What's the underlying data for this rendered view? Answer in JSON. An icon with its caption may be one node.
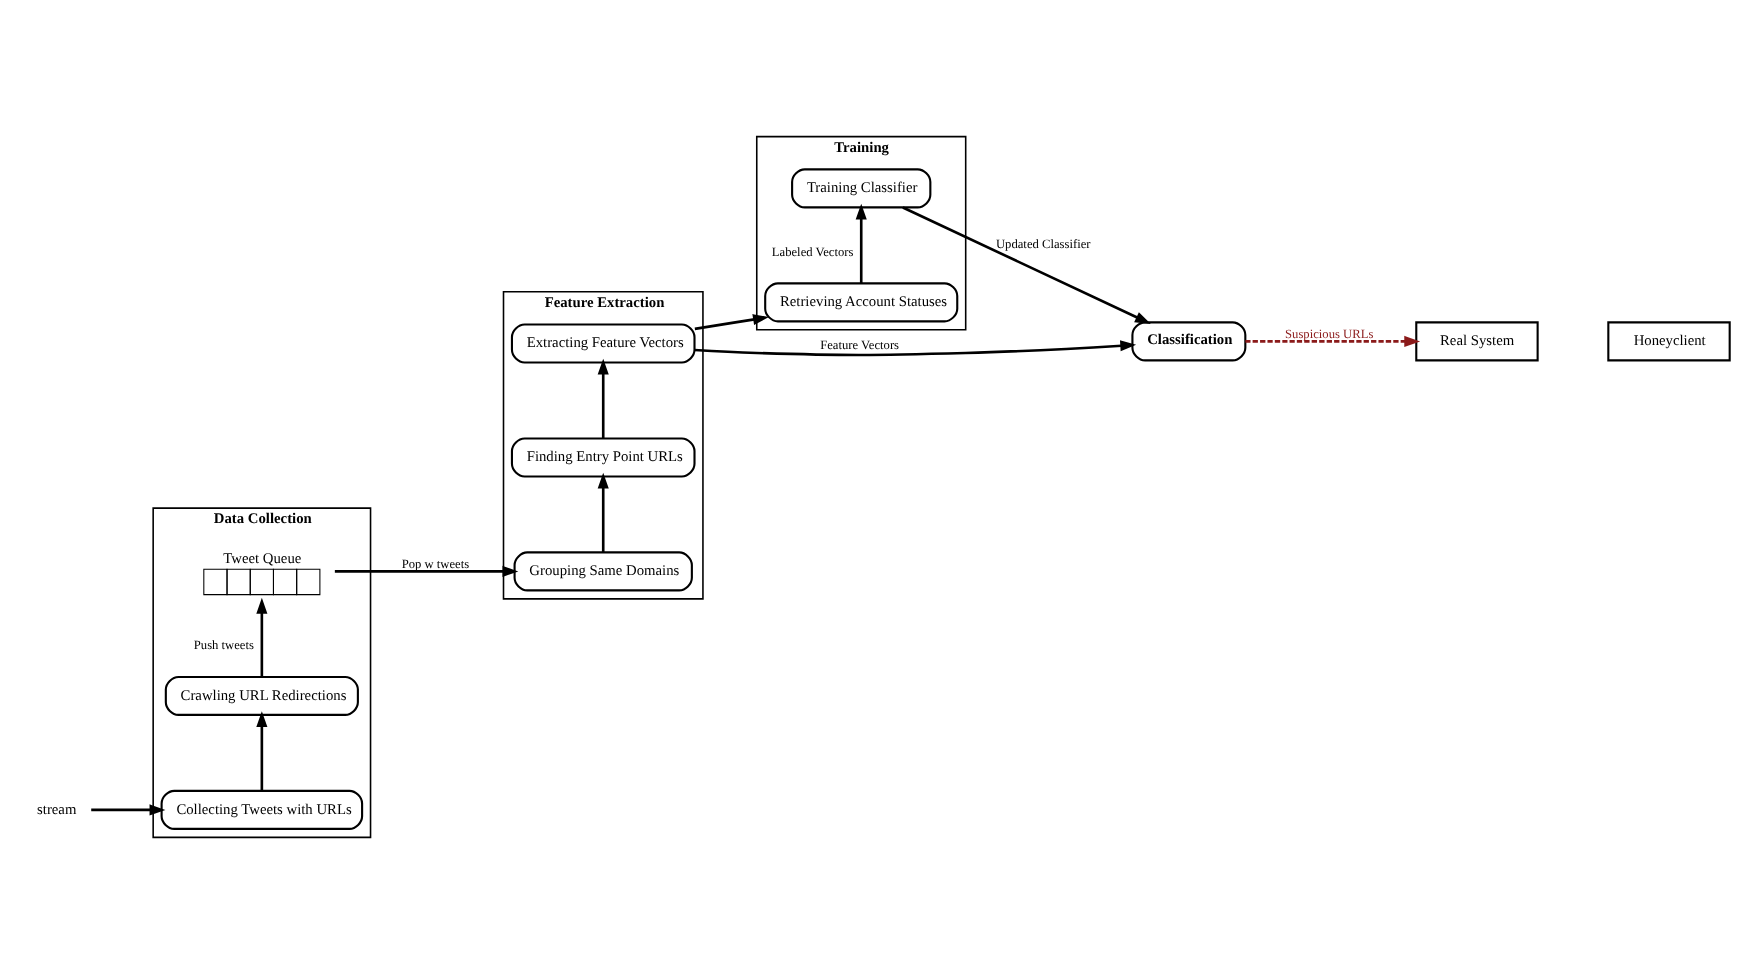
{
  "diagram": {
    "nodes": [
      {
        "text": [
          "Data Collection"
        ]
      },
      {
        "text": [
          "Tweet Queue"
        ],
        "in": 0
      },
      {
        "text": [
          "Crawling URL Redirections"
        ],
        "in": 0
      },
      {
        "text": [
          "Collecting Tweets with URLs"
        ],
        "in": 0
      },
      {
        "text": [
          "Feature Extraction"
        ]
      },
      {
        "text": [
          "Grouping Same Domains"
        ],
        "in": 4
      },
      {
        "text": [
          "Finding Entry Point URLs"
        ],
        "in": 4
      },
      {
        "text": [
          "Extracting Feature Vectors"
        ],
        "in": 4
      },
      {
        "text": [
          "Training"
        ]
      },
      {
        "text": [
          "Retrieving Account Statuses"
        ],
        "in": 8
      },
      {
        "text": [
          "Training Classifier"
        ],
        "in": 8
      },
      {
        "text": [
          "Classification"
        ]
      },
      {
        "text": [
          "Real System"
        ]
      },
      {
        "text": [
          "Honeyclient"
        ]
      },
      {
        "text": [
          "stream"
        ]
      }
    ],
    "edges": [
      {
        "from": 14,
        "to": 3,
        "arrow": "to"
      },
      {
        "from": 3,
        "to": 2,
        "arrow": "to"
      },
      {
        "from": 2,
        "to": 1,
        "arrow": "to",
        "label": "Push tweets"
      },
      {
        "from": 1,
        "to": 5,
        "arrow": "to",
        "label": "Pop w tweets"
      },
      {
        "from": 5,
        "to": 6,
        "arrow": "to"
      },
      {
        "from": 6,
        "to": 7,
        "arrow": "to"
      },
      {
        "from": 7,
        "to": 9,
        "arrow": "to"
      },
      {
        "from": 9,
        "to": 10,
        "arrow": "to",
        "label": "Labeled Vectors"
      },
      {
        "from": 10,
        "to": 11,
        "arrow": "to",
        "label": "Updated Classifier"
      },
      {
        "from": 7,
        "to": 11,
        "arrow": "to",
        "label": "Feature Vectors"
      },
      {
        "from": 11,
        "to": 12,
        "arrow": "to",
        "label": "Suspicious URLs",
        "style": "dashed",
        "color": "#8b1a1a"
      }
    ]
  }
}
